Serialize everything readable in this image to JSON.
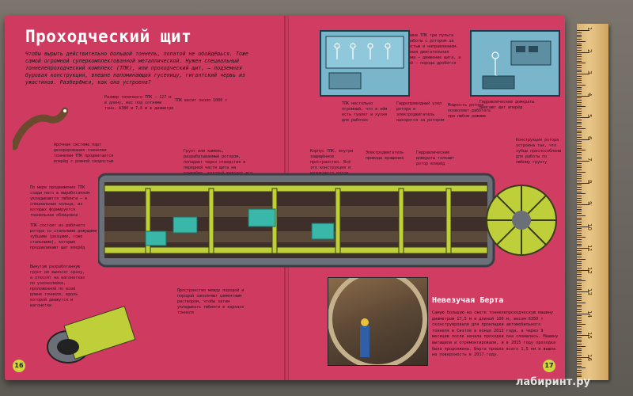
{
  "book": {
    "title": "Проходческий щит",
    "intro": "Чтобы вырыть действительно большой тоннель, лопатой не обойдёшься. Тоже самой огромной суперкомплектованной металлической. Нужен специальный тоннелепроходческий комплекс (ТПК), или проходческий щит, — подземная буровая конструкция, внешне напоминающая гусеницу, гигантский червь из ужастиков. Разберёмся, как она устроена?",
    "page_left": "16",
    "page_right": "17"
  },
  "notes_left": [
    "Размер типичного ТПК — 127 м в длину, вес под сотнями тонн. А380 и 7,6 м в диаметре",
    "ТПК весит около 1000 т",
    "Арочная система парт дезорирования тоннелем тоннелем ТПК продвигается вперёд с ровной скоростью",
    "По мере продвижения ТПК сзади него в выработанном укладываются тюбинги — в специальные кольца, из которых формируется тоннельная облицовка",
    "ТПК состоит из рабочего ротора со стальными режущими зубцами (резцами, тоже стальными), которые продавливают щит вперёд",
    "Грунт или камень, разрабатываемый ротором, попадает через отверстия в передней части щита на конвейер, который вывозит его в вагонетки",
    "Пространство между породой и породой заполняют цементным раствором, чтобы затем укладывать тюбинги в каркасе тоннеля",
    "Вынутую разработанную грунт не выносят сразу, а отвозят на вагонетках по узкоколейке, проложенной по всей длине тоннеля, вдоль которой движутся и вагонетки"
  ],
  "notes_right": [
    "В кабине ТПК три пульта для работы с ротором за скоростью и направлением. Роторная двигательная система — движение щита, а за ней — порода дробится",
    "Гидравлические домкраты двигают щит вперёд",
    "ТПК настолько огромный, что в нём есть туалет и кухня для рабочих",
    "Гидроприводный узел ротора и электродвигатель находятся за ротором",
    "Мощность ротора позволяет работать при любом режиме",
    "Конструкция ротора устроена так, что зубцы приспособлены для работы по любому грунту",
    "Корпус ТПК, внутри защищённое пространство. Всё это конструкция и называется щитом",
    "Электродвигатель привода вращения",
    "Гидравлические домкраты толкают ротор вперёд"
  ],
  "berta": {
    "title": "Невезучая Берта",
    "text": "Самую большую на свете тоннелепроходческую машину диаметром 17,5 м и длиной 100 м, весом 6350 т сконструировали для прокладки автомобильного тоннеля в Сиэтле в конце 2013 года, а через 9 месяцев после начала проходки она сломалась. Машину вытащили и отремонтировали, и в 2015 году проходка была продолжена. Берта прошла всего 1,5 км и вышла на поверхность в 2017 году."
  },
  "watermark": "лабиринт.ру",
  "ruler_numbers": [
    "1",
    "2",
    "3",
    "4",
    "5",
    "6",
    "7",
    "8",
    "9",
    "10",
    "11",
    "12",
    "13",
    "14",
    "15",
    "16"
  ],
  "colors": {
    "page": "#cf3b60",
    "tube": "#bfcf3a",
    "shell": "#6b6f78",
    "accent": "#39b7a8"
  }
}
